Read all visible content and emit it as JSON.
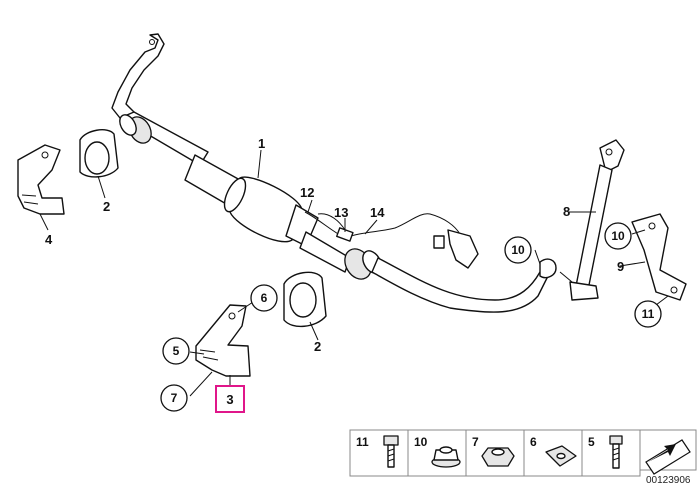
{
  "diagram": {
    "callouts": {
      "c1": "1",
      "c2a": "2",
      "c2b": "2",
      "c3": "3",
      "c4": "4",
      "c5": "5",
      "c6": "6",
      "c7": "7",
      "c8": "8",
      "c9": "9",
      "c10a": "10",
      "c10b": "10",
      "c11": "11",
      "c12": "12",
      "c13": "13",
      "c14": "14"
    },
    "highlight_color": "#e0168a",
    "legend": [
      {
        "num": "11",
        "icon": "bolt-icon"
      },
      {
        "num": "10",
        "icon": "flange-nut-icon"
      },
      {
        "num": "7",
        "icon": "hex-nut-icon"
      },
      {
        "num": "6",
        "icon": "square-nut-icon"
      },
      {
        "num": "5",
        "icon": "screw-icon"
      }
    ],
    "doc_number": "00123906"
  }
}
